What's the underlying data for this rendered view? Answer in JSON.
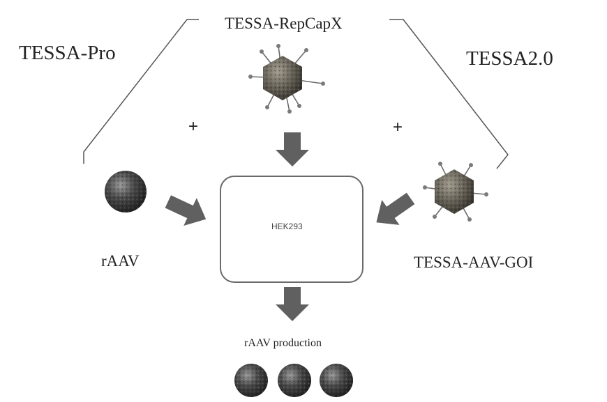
{
  "labels": {
    "tessa_pro": "TESSA-Pro",
    "tessa_repcapx": "TESSA-RepCapX",
    "tessa2": "TESSA2.0",
    "plus_left": "+",
    "plus_right": "+",
    "raav": "rAAV",
    "tessa_aav_goi": "TESSA-AAV-GOI",
    "hek293": "HEK293",
    "raav_production": "rAAV production"
  },
  "colors": {
    "arrow": "#606060",
    "box_stroke": "#6a6a6a",
    "bracket": "#555555",
    "raav_particle": "#3a3a3a",
    "adenovirus": "#5e5a52"
  }
}
